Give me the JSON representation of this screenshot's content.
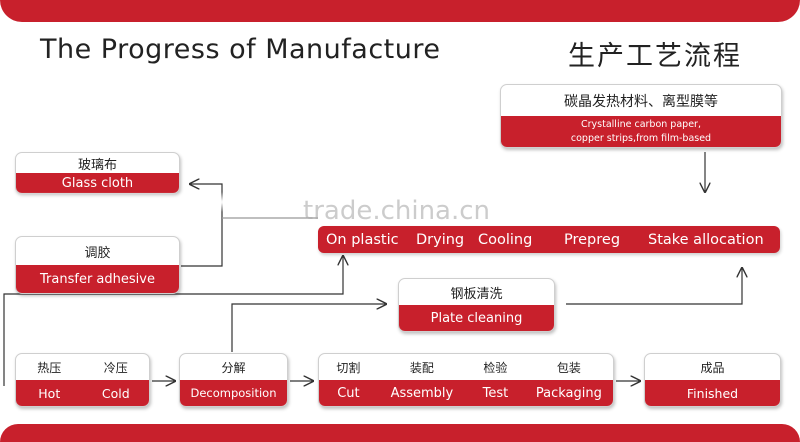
{
  "title": {
    "en": "The Progress of  Manufacture",
    "cn": "生产工艺流程"
  },
  "watermark": "trade.china.cn",
  "boxes": {
    "glass": {
      "cn": "玻璃布",
      "en": "Glass cloth"
    },
    "adhesive": {
      "cn": "调胶",
      "en": "Transfer adhesive"
    },
    "carbon": {
      "cn": "碳晶发热材料、离型膜等",
      "en_line1": "Crystalline carbon paper,",
      "en_line2": "copper strips,from film-based"
    },
    "plate": {
      "cn": "钢板清洗",
      "en": "Plate cleaning"
    },
    "press": {
      "cn1": "热压",
      "cn2": "冷压",
      "en1": "Hot",
      "en2": "Cold"
    },
    "decomp": {
      "cn": "分解",
      "en": "Decomposition"
    },
    "assembly": {
      "cn1": "切割",
      "cn2": "装配",
      "cn3": "检验",
      "cn4": "包装",
      "en1": "Cut",
      "en2": "Assembly",
      "en3": "Test",
      "en4": "Packaging"
    },
    "finished": {
      "cn": "成品",
      "en": "Finished"
    }
  },
  "strip": [
    "On plastic",
    "Drying",
    "Cooling",
    "Prepreg",
    "Stake allocation"
  ],
  "colors": {
    "accent": "#c8202c",
    "line": "#333333"
  }
}
